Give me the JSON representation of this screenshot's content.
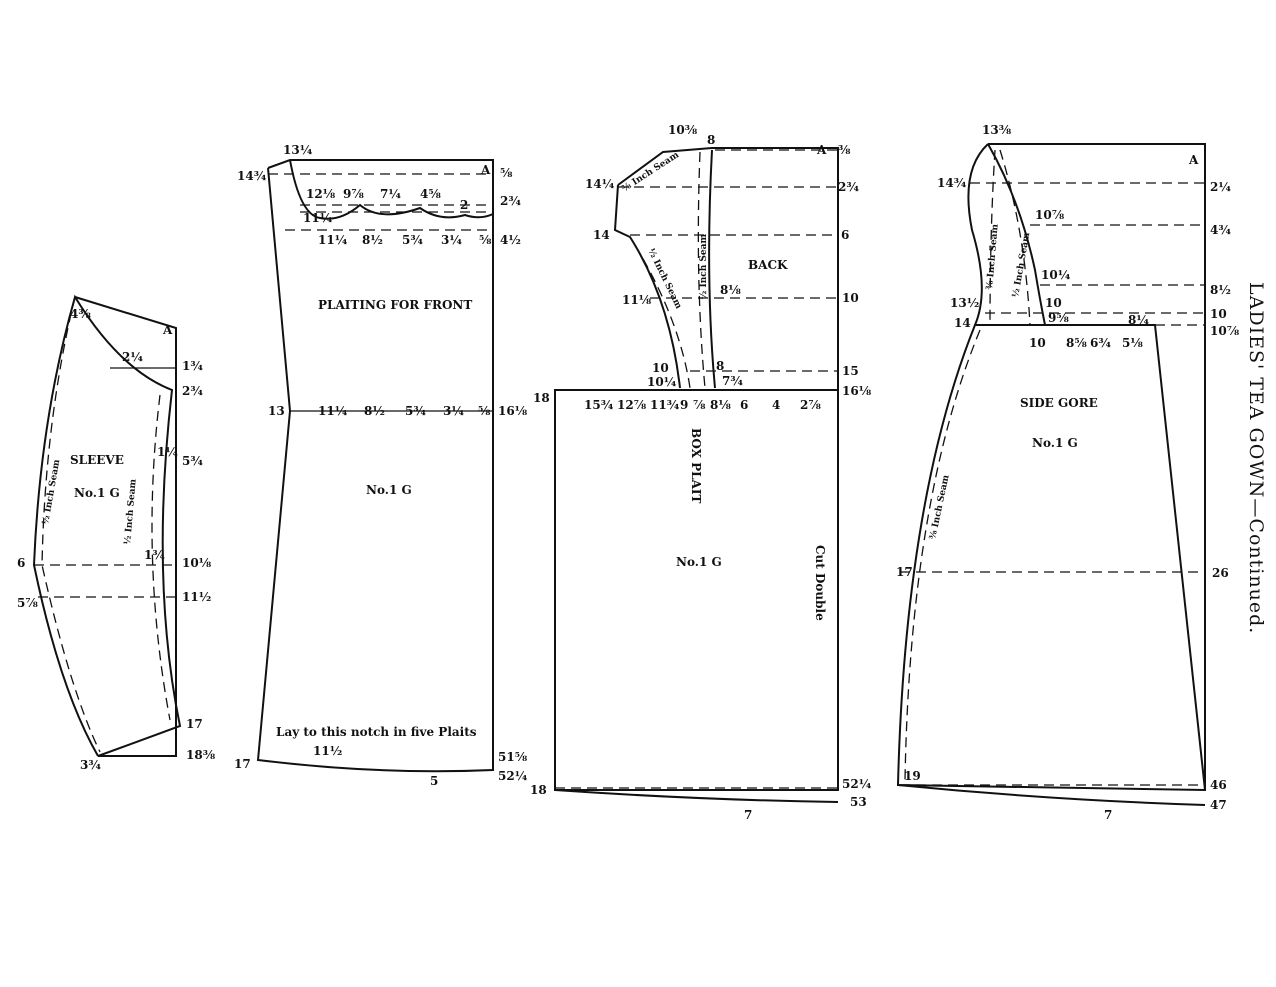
{
  "title": "LADIES' TEA GOWN—Continued.",
  "pieces": {
    "sleeve": {
      "name": "SLEEVE",
      "size": "No.1 G",
      "seam": "½ Inch Seam",
      "seam2": "½ Inch Seam"
    },
    "plaiting": {
      "name": "PLAITING FOR FRONT",
      "size": "No.1 G",
      "note": "Lay to this notch in  five Plaits"
    },
    "back": {
      "name": "BACK",
      "box": "BOX PLAIT",
      "size": "No.1 G",
      "cut": "Cut Double",
      "seam": "½ Inch Seam",
      "seam2": "½ Inch Seam",
      "seam3": "⅜ Inch Seam"
    },
    "side_gore": {
      "name": "SIDE GORE",
      "size": "No.1 G",
      "seam": "½ Inch Seam",
      "seam2": "⅜ Inch Seam",
      "seam3": "⅜ Inch Seam"
    }
  },
  "labels": [
    "4⅜",
    "A",
    "2¼",
    "1¾",
    "2¾",
    "1¼",
    "5¾",
    "6",
    "1¾",
    "10⅛",
    "5⅞",
    "11½",
    "17",
    "3¾",
    "18⅜",
    "14¾",
    "13¼",
    "A",
    "⅝",
    "12⅛",
    "9⅞",
    "7¼",
    "4⅝",
    "2",
    "2¾",
    "11¼",
    "11¼",
    "8½",
    "5¾",
    "3¼",
    "⅝",
    "4½",
    "13",
    "11¼",
    "8½",
    "5¾",
    "3¼",
    "⅝",
    "16⅛",
    "11½",
    "17",
    "51⅝",
    "52¼",
    "5",
    "10⅜",
    "8",
    "A",
    "⅜",
    "14¼",
    "2¾",
    "14",
    "6",
    "8⅛",
    "11⅛",
    "10",
    "10",
    "10¼",
    "8",
    "7¾",
    "15",
    "16⅛",
    "18",
    "15¾",
    "12⅞",
    "11¾",
    "9",
    "⅞",
    "8⅛",
    "6",
    "4",
    "2⅞",
    "18",
    "52¼",
    "53",
    "7",
    "13⅜",
    "A",
    "14¾",
    "2¼",
    "10⅞",
    "4¾",
    "10¼",
    "8½",
    "13½",
    "10",
    "10",
    "14",
    "9⅝",
    "8¼",
    "10⅞",
    "10",
    "8⅝",
    "6¾",
    "5⅛",
    "17",
    "26",
    "19",
    "46",
    "47",
    "7"
  ]
}
